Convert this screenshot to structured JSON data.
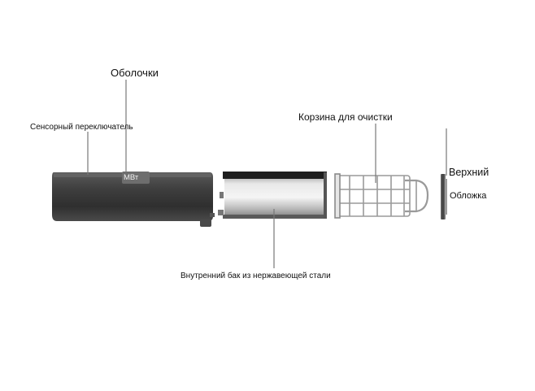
{
  "labels": {
    "shell": "Оболочки",
    "touch_switch": "Сенсорный переключатель",
    "basket": "Корзина для очистки",
    "top": "Верхний",
    "cover": "Обложка",
    "inner_tank": "Внутренний бак из нержавеющей стали",
    "power_text": "МВт"
  },
  "colors": {
    "shell_dark": "#3d3d3d",
    "tank_steel": "#bdbdbd",
    "basket_grid": "#9a9a9a",
    "leader_line": "#777777"
  }
}
